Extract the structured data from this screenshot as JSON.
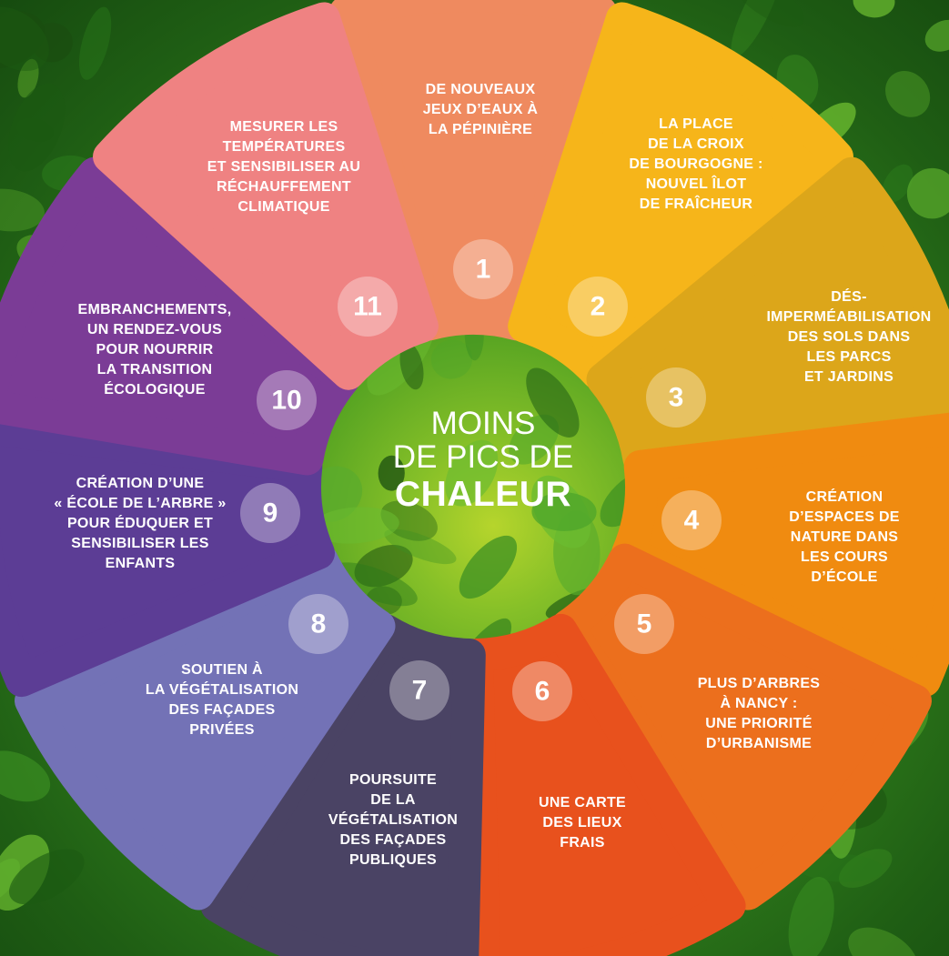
{
  "title": {
    "line1": "MOINS",
    "line2": "DE PICS DE",
    "line3": "CHALEUR"
  },
  "colors": {
    "background": "#2f7c1b",
    "text": "#ffffff"
  },
  "segments": [
    {
      "number": "1",
      "color": "#ef8a5f",
      "lines": [
        "DE NOUVEAUX",
        "JEUX D’EAUX À",
        "LA PÉPINIÈRE"
      ]
    },
    {
      "number": "2",
      "color": "#f6b51a",
      "lines": [
        "LA PLACE",
        "DE LA CROIX",
        "DE BOURGOGNE :",
        "NOUVEL ÎLOT",
        "DE FRAÎCHEUR"
      ]
    },
    {
      "number": "3",
      "color": "#dca61a",
      "lines": [
        "DÉS-",
        "IMPERMÉABILISATION",
        "DES SOLS DANS",
        "LES PARCS",
        "ET JARDINS"
      ]
    },
    {
      "number": "4",
      "color": "#f08b10",
      "lines": [
        "CRÉATION",
        "D’ESPACES DE",
        "NATURE DANS",
        "LES COURS",
        "D’ÉCOLE"
      ]
    },
    {
      "number": "5",
      "color": "#ec6f1d",
      "lines": [
        "PLUS D’ARBRES",
        "À NANCY :",
        "UNE PRIORITÉ",
        "D’URBANISME"
      ]
    },
    {
      "number": "6",
      "color": "#e8511d",
      "lines": [
        "UNE CARTE",
        "DES LIEUX",
        "FRAIS"
      ]
    },
    {
      "number": "7",
      "color": "#4a4364",
      "lines": [
        "POURSUITE",
        "DE LA",
        "VÉGÉTALISATION",
        "DES FAÇADES",
        "PUBLIQUES"
      ]
    },
    {
      "number": "8",
      "color": "#7372b6",
      "lines": [
        "SOUTIEN À",
        "LA VÉGÉTALISATION",
        "DES FAÇADES",
        "PRIVÉES"
      ]
    },
    {
      "number": "9",
      "color": "#5c3d95",
      "lines": [
        "CRÉATION D’UNE",
        "« ÉCOLE DE L’ARBRE »",
        "POUR ÉDUQUER ET",
        "SENSIBILISER LES",
        "ENFANTS"
      ]
    },
    {
      "number": "10",
      "color": "#7b3c96",
      "lines": [
        "EMBRANCHEMENTS,",
        "UN RENDEZ-VOUS",
        "POUR NOURRIR",
        "LA TRANSITION",
        "ÉCOLOGIQUE"
      ]
    },
    {
      "number": "11",
      "color": "#ef8282",
      "lines": [
        "MESURER LES",
        "TEMPÉRATURES",
        "ET SENSIBILISER AU",
        "RÉCHAUFFEMENT",
        "CLIMATIQUE"
      ]
    }
  ]
}
